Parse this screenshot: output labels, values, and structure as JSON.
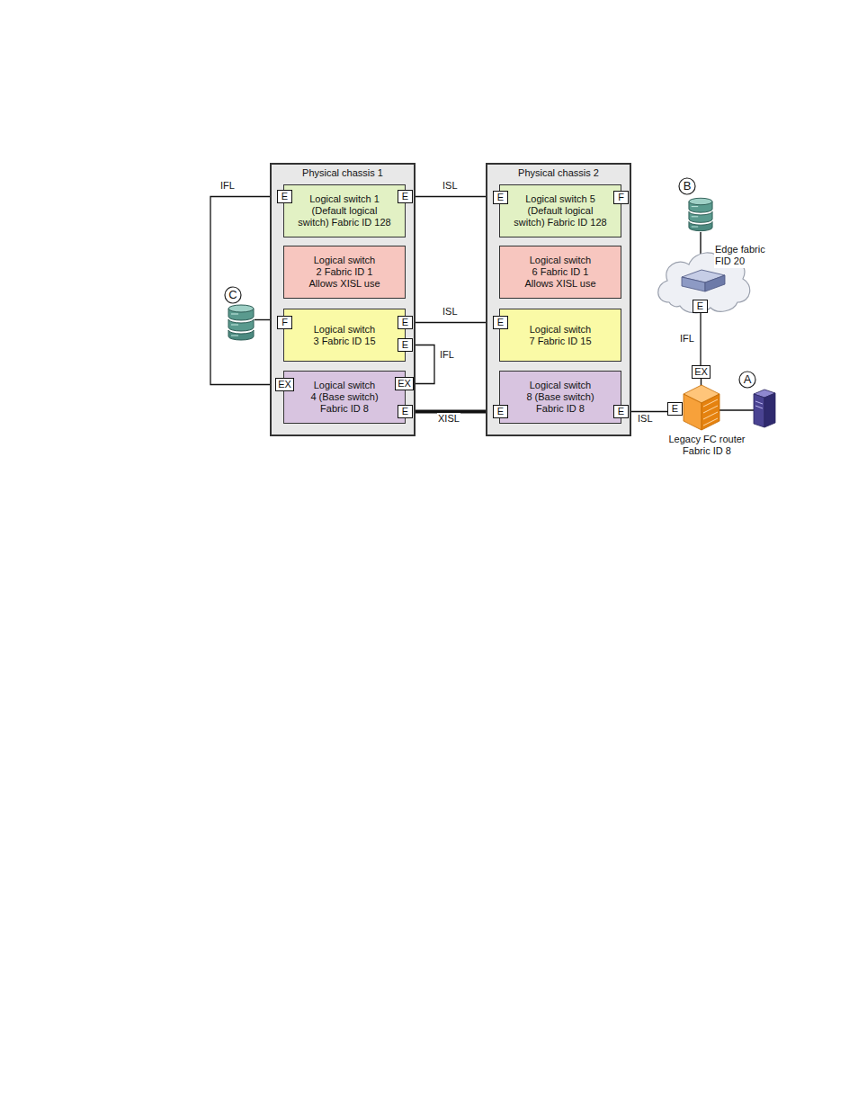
{
  "diagram": {
    "nodes": [
      {
        "text": [
          "Physical chassis 1"
        ]
      },
      {
        "text": [
          "Logical switch 1 (Default logical switch) Fabric ID 128"
        ],
        "in": 0
      },
      {
        "text": [
          "E"
        ],
        "in": 1
      },
      {
        "text": [
          "E"
        ],
        "in": 1
      },
      {
        "text": [
          "Logical switch 2 Fabric ID 1 Allows XISL use"
        ],
        "in": 0
      },
      {
        "text": [
          "Logical switch 3 Fabric ID 15"
        ],
        "in": 0
      },
      {
        "text": [
          "F"
        ],
        "in": 5
      },
      {
        "text": [
          "E"
        ],
        "in": 5
      },
      {
        "text": [
          "E"
        ],
        "in": 5
      },
      {
        "text": [
          "Logical switch 4 (Base switch) Fabric ID 8"
        ],
        "in": 0
      },
      {
        "text": [
          "EX"
        ],
        "in": 9
      },
      {
        "text": [
          "EX"
        ],
        "in": 9
      },
      {
        "text": [
          "E"
        ],
        "in": 9
      },
      {
        "text": [
          "Physical chassis 2"
        ]
      },
      {
        "text": [
          "Logical switch 5 (Default logical switch) Fabric ID 128"
        ],
        "in": 13
      },
      {
        "text": [
          "E"
        ],
        "in": 14
      },
      {
        "text": [
          "F"
        ],
        "in": 14
      },
      {
        "text": [
          "Logical switch 6 Fabric ID 1 Allows XISL use"
        ],
        "in": 13
      },
      {
        "text": [
          "Logical switch 7 Fabric ID 15"
        ],
        "in": 13
      },
      {
        "text": [
          "E"
        ],
        "in": 18
      },
      {
        "text": [
          "Logical switch 8 (Base switch) Fabric ID 8"
        ],
        "in": 13
      },
      {
        "text": [
          "E"
        ],
        "in": 20
      },
      {
        "text": [
          "E"
        ],
        "in": 20
      },
      {
        "text": [
          "Edge fabric FID 20"
        ]
      },
      {
        "text": [
          "E"
        ],
        "in": 23
      },
      {
        "text": [
          "Legacy FC router Fabric ID 8"
        ]
      },
      {
        "text": [
          "EX"
        ]
      },
      {
        "text": [
          "E"
        ]
      }
    ],
    "edges": [
      {
        "from": 2,
        "to": 10,
        "arrow": "none",
        "label": "IFL"
      },
      {
        "from": 3,
        "to": 15,
        "arrow": "none",
        "label": "ISL"
      },
      {
        "from": 7,
        "to": 19,
        "arrow": "none",
        "label": "ISL"
      },
      {
        "from": 8,
        "to": 11,
        "arrow": "none",
        "label": "IFL"
      },
      {
        "from": 12,
        "to": 21,
        "arrow": "none",
        "label": "XISL"
      },
      {
        "from": 22,
        "to": 27,
        "arrow": "none",
        "label": "ISL"
      },
      {
        "from": 24,
        "to": 26,
        "arrow": "none",
        "label": "IFL"
      }
    ],
    "labels": [
      "B",
      "C",
      "A"
    ]
  }
}
